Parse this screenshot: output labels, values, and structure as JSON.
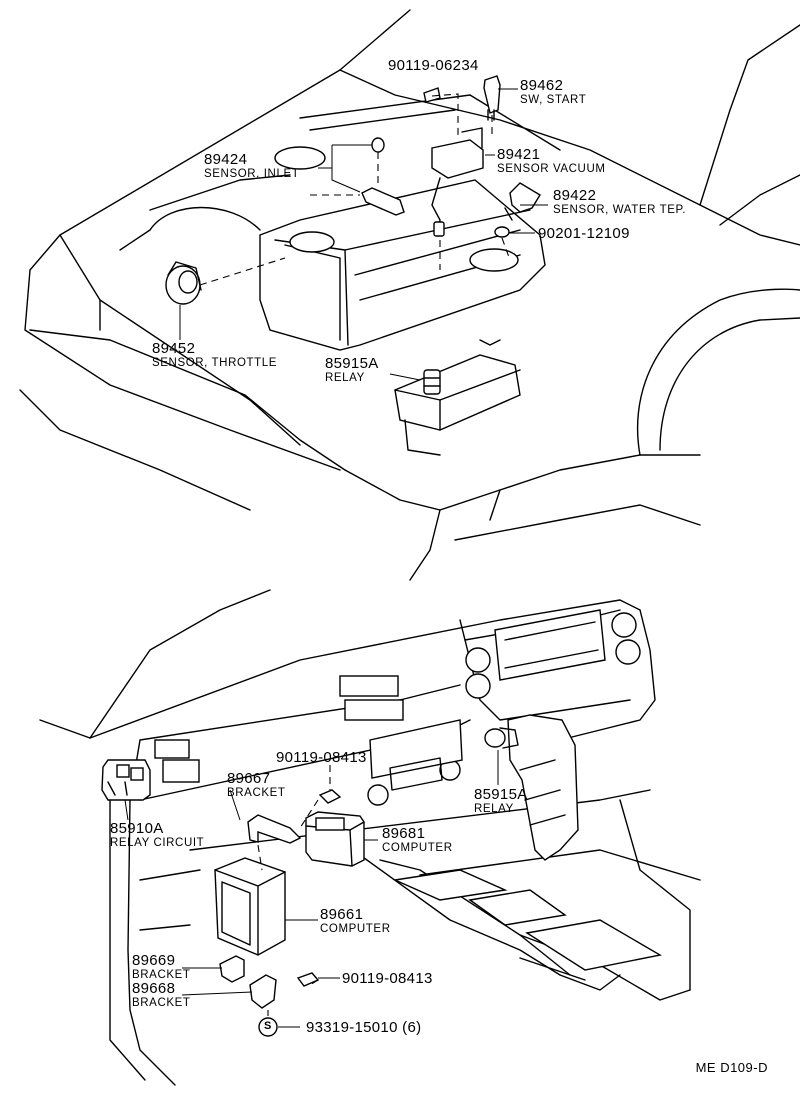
{
  "parts": [
    {
      "id": "p-90119-06234",
      "number": "90119-06234",
      "name": ""
    },
    {
      "id": "p-89462",
      "number": "89462",
      "name": "SW, START"
    },
    {
      "id": "p-89424",
      "number": "89424",
      "name": "SENSOR, INLET"
    },
    {
      "id": "p-89421",
      "number": "89421",
      "name": "SENSOR VACUUM"
    },
    {
      "id": "p-89422",
      "number": "89422",
      "name": "SENSOR, WATER TEP."
    },
    {
      "id": "p-90201-12109",
      "number": "90201-12109",
      "name": ""
    },
    {
      "id": "p-89452",
      "number": "89452",
      "name": "SENSOR, THROTTLE"
    },
    {
      "id": "p-85915A-top",
      "number": "85915A",
      "name": "RELAY"
    },
    {
      "id": "p-90119-08413-top",
      "number": "90119-08413",
      "name": ""
    },
    {
      "id": "p-89667",
      "number": "89667",
      "name": "BRACKET"
    },
    {
      "id": "p-85910A",
      "number": "85910A",
      "name": "RELAY CIRCUIT"
    },
    {
      "id": "p-85915A-bottom",
      "number": "85915A",
      "name": "RELAY"
    },
    {
      "id": "p-89681",
      "number": "89681",
      "name": "COMPUTER"
    },
    {
      "id": "p-89661",
      "number": "89661",
      "name": "COMPUTER"
    },
    {
      "id": "p-89669",
      "number": "89669",
      "name": "BRACKET"
    },
    {
      "id": "p-89668",
      "number": "89668",
      "name": "BRACKET"
    },
    {
      "id": "p-90119-08413-bottom",
      "number": "90119-08413",
      "name": ""
    },
    {
      "id": "p-93319-15010",
      "number": "93319-15010 (6)",
      "name": ""
    }
  ],
  "s_symbol": "S",
  "drawing_code": "ME  D109-D"
}
